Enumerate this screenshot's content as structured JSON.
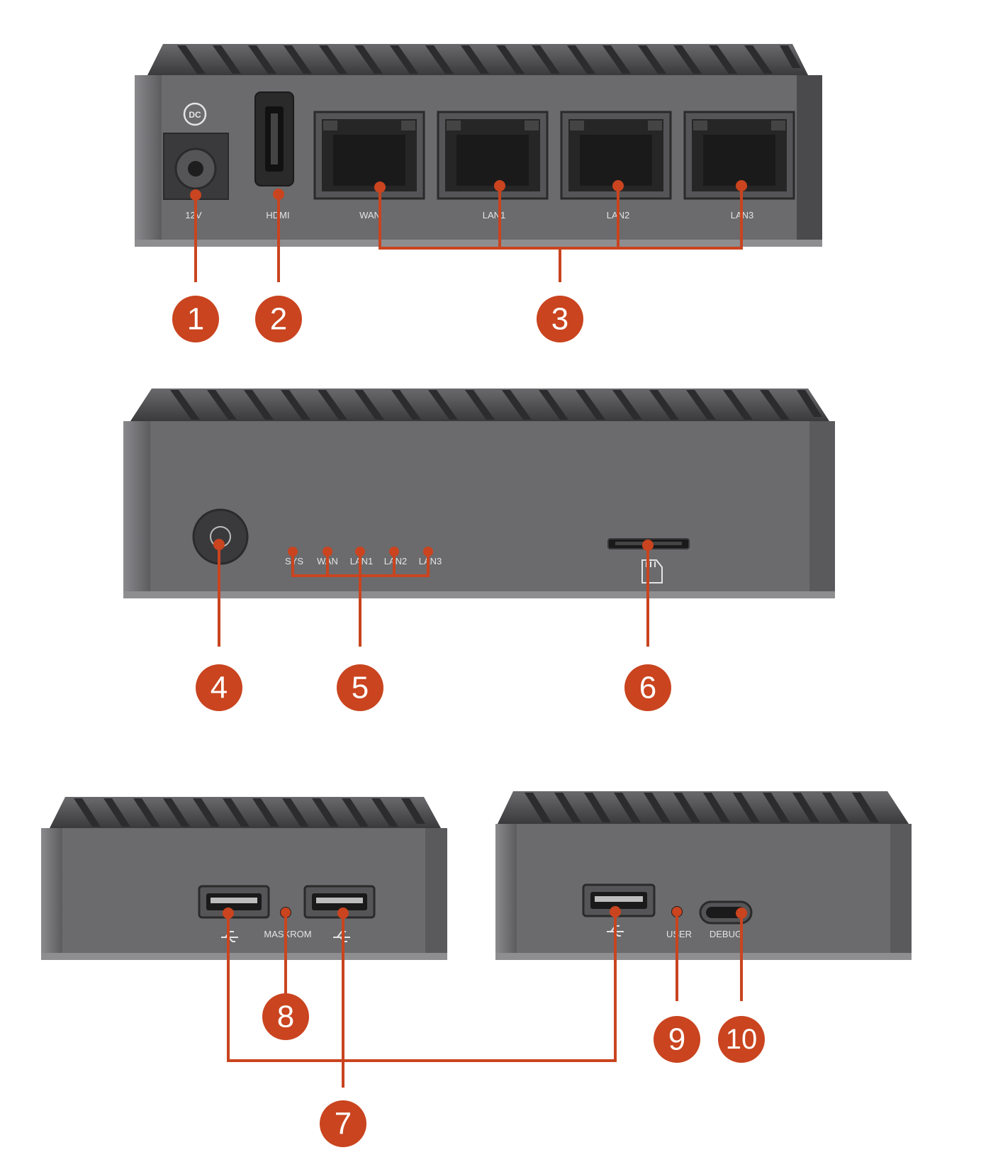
{
  "rear_panel": {
    "dc_icon": "DC",
    "labels": [
      "12V",
      "HDMI",
      "WAN",
      "LAN1",
      "LAN2",
      "LAN3"
    ]
  },
  "front_panel": {
    "led_labels": [
      "SYS",
      "WAN",
      "LAN1",
      "LAN2",
      "LAN3"
    ]
  },
  "left_side": {
    "maskrom_label": "MASKROM"
  },
  "right_side": {
    "user_label": "USER",
    "debug_label": "DEBUG"
  },
  "callouts": [
    "1",
    "2",
    "3",
    "4",
    "5",
    "6",
    "7",
    "8",
    "9",
    "10"
  ],
  "icons": [
    "dc-icon",
    "usb-icon",
    "microsd-icon"
  ],
  "colors": {
    "accent": "#c9441f",
    "body": "#6b6b6d",
    "fin": "#3c3c3e",
    "label": "#e4e4e4"
  }
}
